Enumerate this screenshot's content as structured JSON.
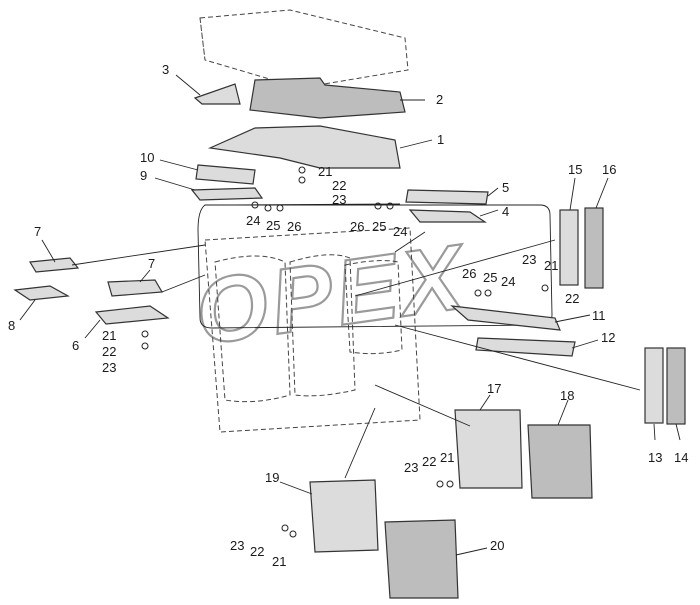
{
  "watermark": "OPEX",
  "callouts": [
    {
      "id": "c1",
      "text": "1"
    },
    {
      "id": "c2",
      "text": "2"
    },
    {
      "id": "c3",
      "text": "3"
    },
    {
      "id": "c4",
      "text": "4"
    },
    {
      "id": "c5",
      "text": "5"
    },
    {
      "id": "c6",
      "text": "6"
    },
    {
      "id": "c7a",
      "text": "7"
    },
    {
      "id": "c7b",
      "text": "7"
    },
    {
      "id": "c8",
      "text": "8"
    },
    {
      "id": "c9",
      "text": "9"
    },
    {
      "id": "c10",
      "text": "10"
    },
    {
      "id": "c11",
      "text": "11"
    },
    {
      "id": "c12",
      "text": "12"
    },
    {
      "id": "c13",
      "text": "13"
    },
    {
      "id": "c14",
      "text": "14"
    },
    {
      "id": "c15",
      "text": "15"
    },
    {
      "id": "c16",
      "text": "16"
    },
    {
      "id": "c17",
      "text": "17"
    },
    {
      "id": "c18",
      "text": "18"
    },
    {
      "id": "c19",
      "text": "19"
    },
    {
      "id": "c20",
      "text": "20"
    },
    {
      "id": "c21a",
      "text": "21"
    },
    {
      "id": "c22a",
      "text": "22"
    },
    {
      "id": "c23a",
      "text": "23"
    },
    {
      "id": "c24a",
      "text": "24"
    },
    {
      "id": "c25a",
      "text": "25"
    },
    {
      "id": "c26a",
      "text": "26"
    },
    {
      "id": "c26b",
      "text": "26"
    },
    {
      "id": "c25b",
      "text": "25"
    },
    {
      "id": "c24b",
      "text": "24"
    },
    {
      "id": "c26c",
      "text": "26"
    },
    {
      "id": "c25c",
      "text": "25"
    },
    {
      "id": "c24c",
      "text": "24"
    },
    {
      "id": "c23b",
      "text": "23"
    },
    {
      "id": "c21b",
      "text": "21"
    },
    {
      "id": "c22b",
      "text": "22"
    },
    {
      "id": "c21c",
      "text": "21"
    },
    {
      "id": "c22c",
      "text": "22"
    },
    {
      "id": "c23c",
      "text": "23"
    },
    {
      "id": "c23d",
      "text": "23"
    },
    {
      "id": "c22d",
      "text": "22"
    },
    {
      "id": "c21d",
      "text": "21"
    },
    {
      "id": "c23e",
      "text": "23"
    },
    {
      "id": "c22e",
      "text": "22"
    },
    {
      "id": "c21e",
      "text": "21"
    }
  ]
}
